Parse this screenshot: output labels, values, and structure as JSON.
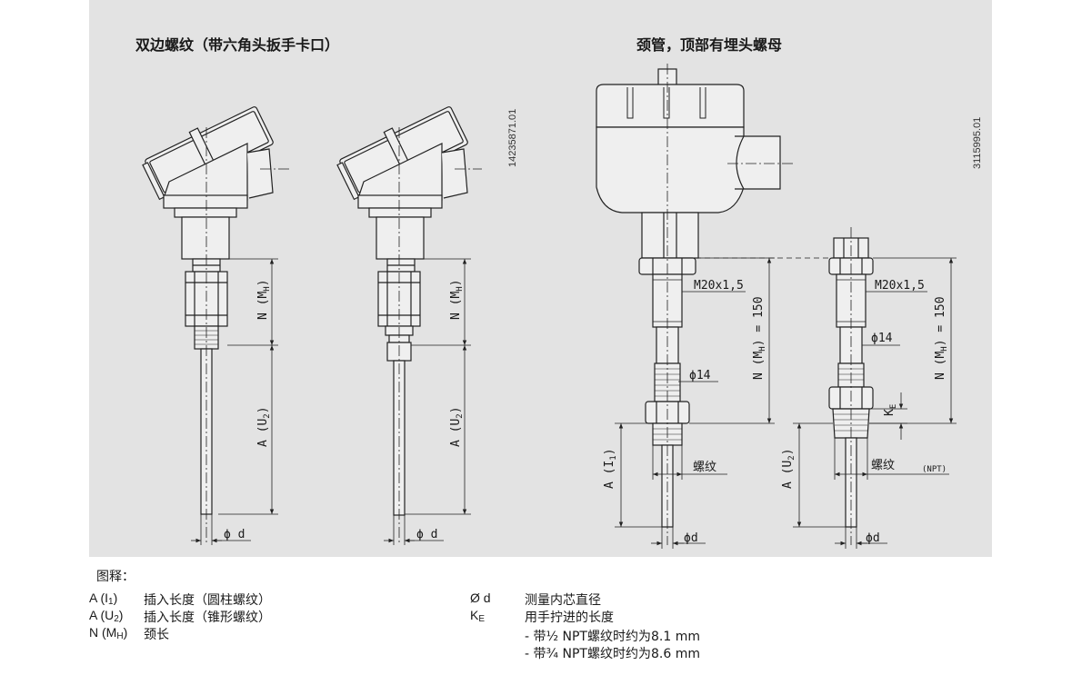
{
  "titles": {
    "left": "双边螺纹（带六角头扳手卡口）",
    "right": "颈管，顶部有埋头螺母"
  },
  "doc_ids": {
    "left": "14235871.01",
    "right": "3115995.01"
  },
  "dims": {
    "n_mh": "N (M",
    "n_mh_sub": "H",
    "n_mh_close": ")",
    "a_u2": "A (U",
    "a_u2_sub": "2",
    "a_u2_close": ")",
    "a_i1": "A (I",
    "a_i1_sub": "1",
    "a_i1_close": ")",
    "phi_d_spaced": "ϕ d",
    "phi_d": "ϕd",
    "m20": "M20x1,5",
    "n_mh_150": "N (M",
    "n_mh_150_sub": "H",
    "n_mh_150_close": ") = 150",
    "phi14": "ϕ14",
    "thread": "螺纹",
    "npt": "(NPT)",
    "ke": "K",
    "ke_sub": "E"
  },
  "legend": {
    "heading": "图释：",
    "rows": [
      {
        "sym": "A (I",
        "sub": "1",
        "close": ")",
        "desc": "插入长度（圆柱螺纹）"
      },
      {
        "sym": "A (U",
        "sub": "2",
        "close": ")",
        "desc": "插入长度（锥形螺纹）"
      },
      {
        "sym": "N (M",
        "sub": "H",
        "close": ")",
        "desc": "颈长"
      },
      {
        "sym": "Ø d",
        "sub": "",
        "close": "",
        "desc": "测量内芯直径"
      },
      {
        "sym": "K",
        "sub": "E",
        "close": "",
        "desc": "用手拧进的长度"
      }
    ],
    "notes": [
      "- 带½ NPT螺纹时约为8.1 mm",
      "- 带¾ NPT螺纹时约为8.6 mm"
    ]
  }
}
